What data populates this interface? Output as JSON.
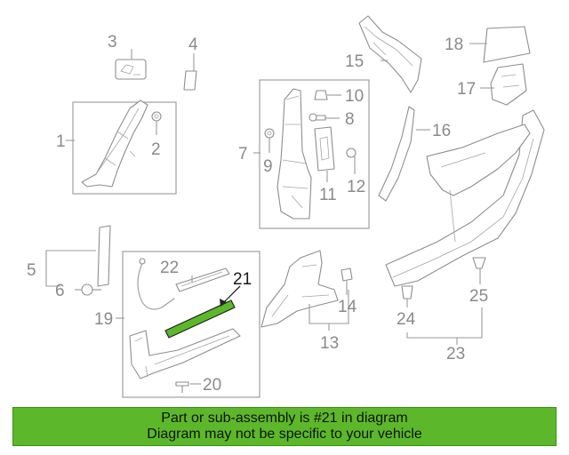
{
  "callouts": {
    "c1": "1",
    "c2": "2",
    "c3": "3",
    "c4": "4",
    "c5": "5",
    "c6": "6",
    "c7": "7",
    "c8": "8",
    "c9": "9",
    "c10": "10",
    "c11": "11",
    "c12": "12",
    "c13": "13",
    "c14": "14",
    "c15": "15",
    "c16": "16",
    "c17": "17",
    "c18": "18",
    "c19": "19",
    "c20": "20",
    "c21": "21",
    "c22": "22",
    "c23": "23",
    "c24": "24",
    "c25": "25"
  },
  "highlight": {
    "part_number": "21",
    "color": "#5cb82a"
  },
  "banner": {
    "line1": "Part or sub-assembly is #21 in diagram",
    "line2": "Diagram may not be specific to your vehicle",
    "background": "#5cb82a"
  }
}
